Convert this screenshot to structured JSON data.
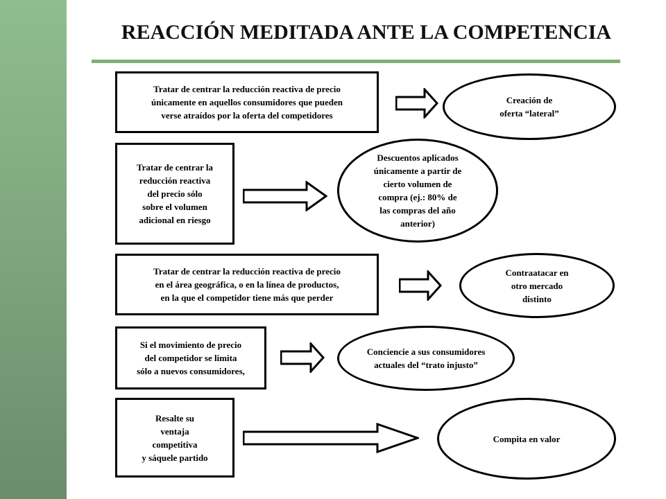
{
  "title": "REACCIÓN MEDITADA ANTE LA COMPETENCIA",
  "colors": {
    "sidebar": "#7ea57e",
    "rule": "#7fae72",
    "stroke": "#000000"
  },
  "rows": [
    {
      "box": "Tratar de centrar la reducción reactiva de precio\núnicamente en aquellos consumidores que pueden\nverse atraídos por la oferta del competidores",
      "oval": "Creación de\noferta “lateral”"
    },
    {
      "box": "Tratar de centrar la\nreducción reactiva\ndel precio sólo\nsobre el volumen\nadicional en riesgo",
      "oval": "Descuentos aplicados\núnicamente a partir de\ncierto volumen de\ncompra (ej.: 80% de\nlas compras del año\nanterior)"
    },
    {
      "box": "Tratar de centrar la reducción reactiva de precio\nen el área geográfica, o en la línea de productos,\nen la que el competidor tiene más que perder",
      "oval": "Contraatacar en\notro mercado\ndistinto"
    },
    {
      "box": "Si el movimiento de precio\ndel competidor se limita\nsólo a nuevos consumidores,",
      "oval": "Conciencie a sus consumidores\nactuales del “trato injusto”"
    },
    {
      "box": "Resalte su\nventaja\ncompetitiva\ny sáquele partido",
      "oval": "Compita en valor"
    }
  ]
}
